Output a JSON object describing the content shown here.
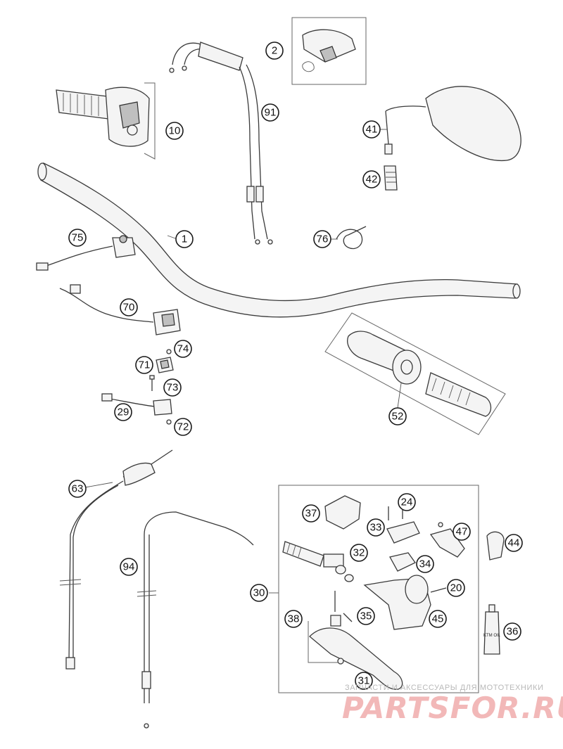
{
  "diagram": {
    "callouts": [
      "1",
      "2",
      "10",
      "20",
      "24",
      "29",
      "30",
      "31",
      "32",
      "33",
      "34",
      "35",
      "36",
      "37",
      "38",
      "41",
      "42",
      "44",
      "45",
      "47",
      "52",
      "63",
      "70",
      "71",
      "72",
      "73",
      "74",
      "75",
      "76",
      "91",
      "94"
    ],
    "labels": {
      "oil_bottle": "KTM OIL"
    }
  },
  "watermark": {
    "tagline": "ЗАПЧАСТИ И АКСЕССУАРЫ ДЛЯ МОТОТЕХНИКИ",
    "logo": "PARTSFOR.RU"
  }
}
